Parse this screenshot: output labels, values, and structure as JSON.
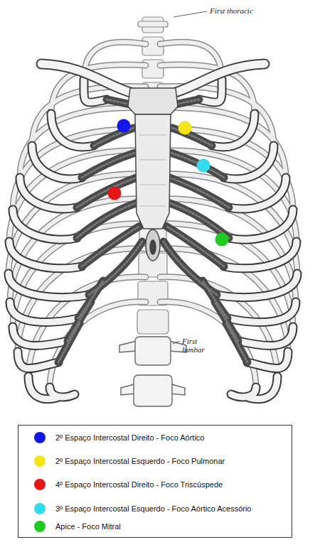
{
  "diagram": {
    "labels": [
      "First thoracic",
      "First lumbar"
    ],
    "legend": [
      {
        "text": "2º Espaço Intercostal Direito - Foco Aórtico",
        "color": "#1414f0"
      },
      {
        "text": "2º Espaço Intercostal Esquerdo - Foco Pulmonar",
        "color": "#f5e613"
      },
      {
        "text": "4º Espaço Intercostal Direito - Foco Triscúspede",
        "color": "#e81515"
      },
      {
        "text": "3º Espaço Intercostal Esquerdo - Foco Aórtico Acessório",
        "color": "#33dcec"
      },
      {
        "text": "Ápice - Foco Mitral",
        "color": "#1ecc1e"
      }
    ]
  }
}
